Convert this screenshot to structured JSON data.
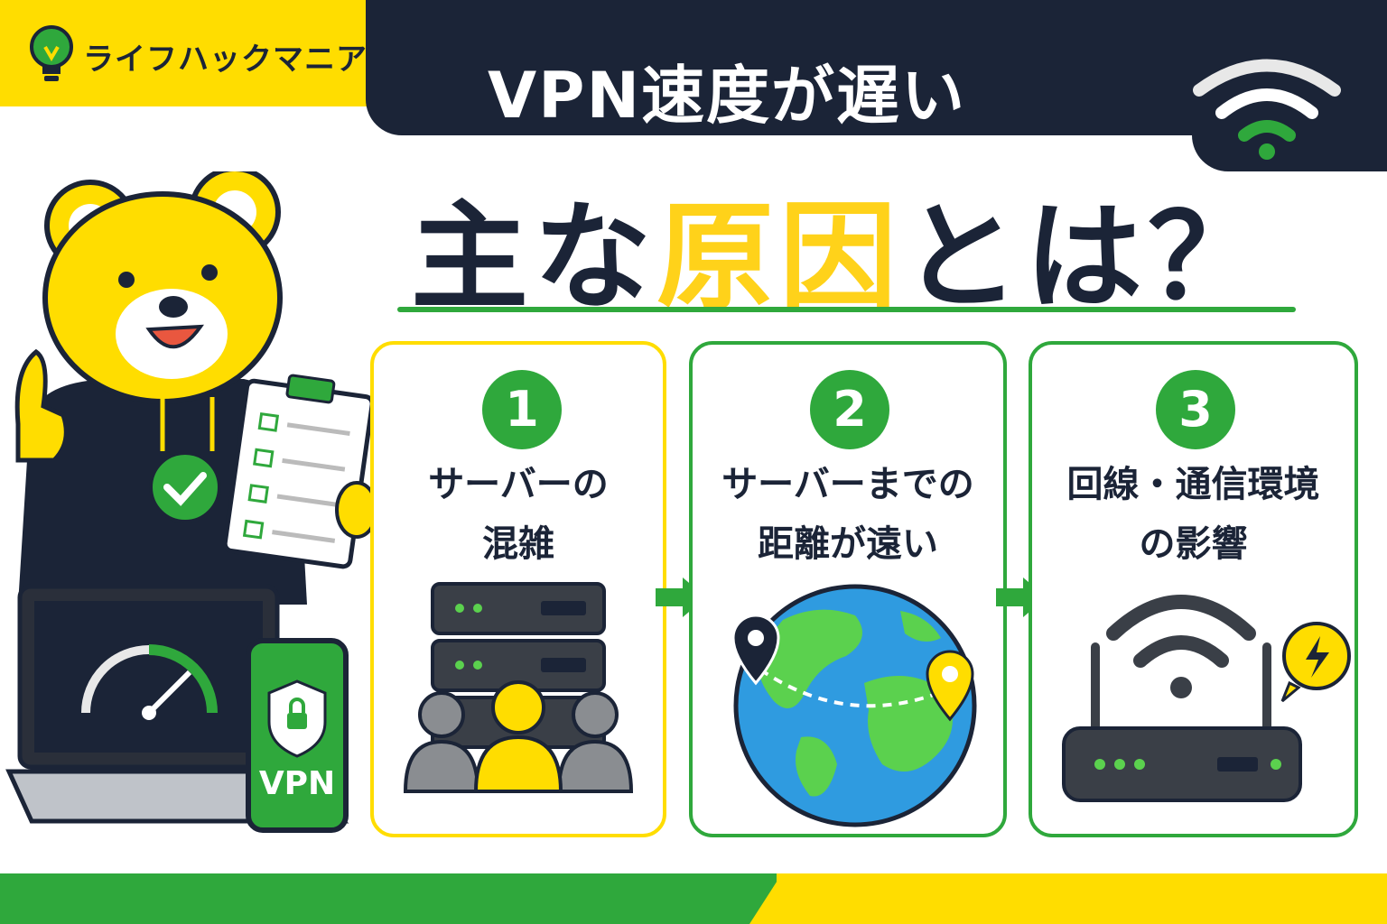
{
  "brand": {
    "name": "ライフハックマニア"
  },
  "title": {
    "line1": "VPN速度が遅い",
    "line2_prefix": "主な",
    "line2_highlight": "原因",
    "line2_suffix": "とは？"
  },
  "causes": [
    {
      "number": "1",
      "title_l1": "サーバーの",
      "title_l2": "混雑",
      "icon": "crowded-server-icon"
    },
    {
      "number": "2",
      "title_l1": "サーバーまでの",
      "title_l2": "距離が遠い",
      "icon": "globe-distance-icon"
    },
    {
      "number": "3",
      "title_l1": "回線・通信環境",
      "title_l2": "の影響",
      "icon": "router-wifi-icon"
    }
  ],
  "phone": {
    "label": "VPN"
  },
  "colors": {
    "green": "#2FA83C",
    "yellow": "#FFDD00",
    "navy": "#1B2437"
  }
}
